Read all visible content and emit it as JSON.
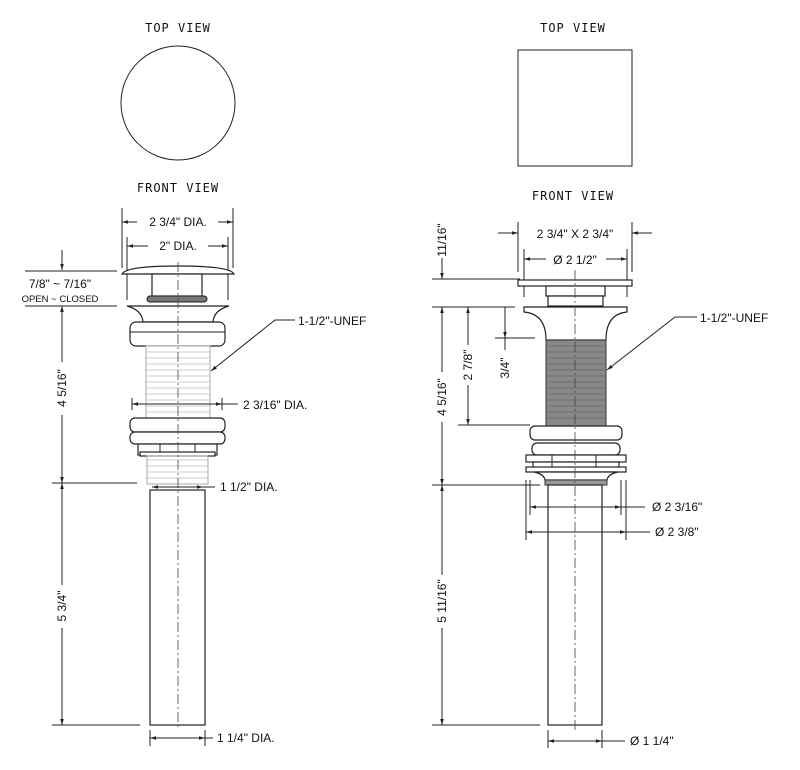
{
  "left": {
    "top_view_label": "TOP VIEW",
    "front_view_label": "FRONT VIEW",
    "dim_cap_dia": "2 3/4\" DIA.",
    "dim_inner_dia": "2\" DIA.",
    "dim_open_closed": "7/8\" ~ 7/16\"",
    "open_closed_label": "OPEN ~ CLOSED",
    "thread_callout": "1-1/2\"-UNEF",
    "dim_nut_dia": "2 3/16\" DIA.",
    "dim_body_height": "4 5/16\"",
    "dim_thread_dia": "1 1/2\" DIA.",
    "dim_tail_length": "5 3/4\"",
    "dim_tail_dia": "1 1/4\" DIA."
  },
  "right": {
    "top_view_label": "TOP VIEW",
    "front_view_label": "FRONT VIEW",
    "dim_cap_height": "11/16\"",
    "dim_cap_size": "2 3/4\" X 2 3/4\"",
    "dim_inner_dia": "Ø 2 1/2\"",
    "thread_callout": "1-1/2\"-UNEF",
    "dim_body_height": "4 5/16\"",
    "dim_thread_length": "2 7/8\"",
    "dim_flange_height": "3/4\"",
    "dim_nut_dia": "Ø 2 3/16\"",
    "dim_washer_dia": "Ø 2 3/8\"",
    "dim_tail_length": "5 11/16\"",
    "dim_tail_dia": "Ø 1 1/4\""
  }
}
